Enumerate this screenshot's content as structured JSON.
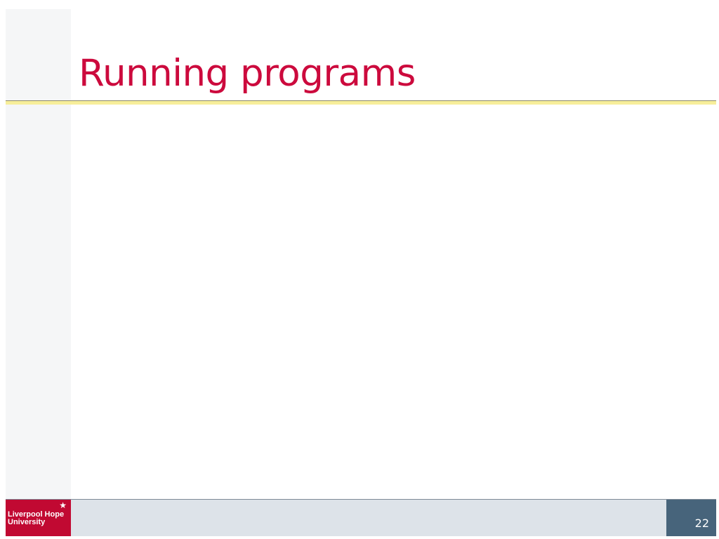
{
  "slide": {
    "title": "Running programs",
    "page_number": "22"
  },
  "footer": {
    "logo": {
      "line1": "Liverpool Hope",
      "line2": "University",
      "icon": "star-icon"
    }
  },
  "colors": {
    "title": "#cc0a3d",
    "title_rule": "#f7ee9a",
    "logo_background": "#c10932",
    "footer_background": "#dde3e9",
    "page_box": "#47647b"
  }
}
